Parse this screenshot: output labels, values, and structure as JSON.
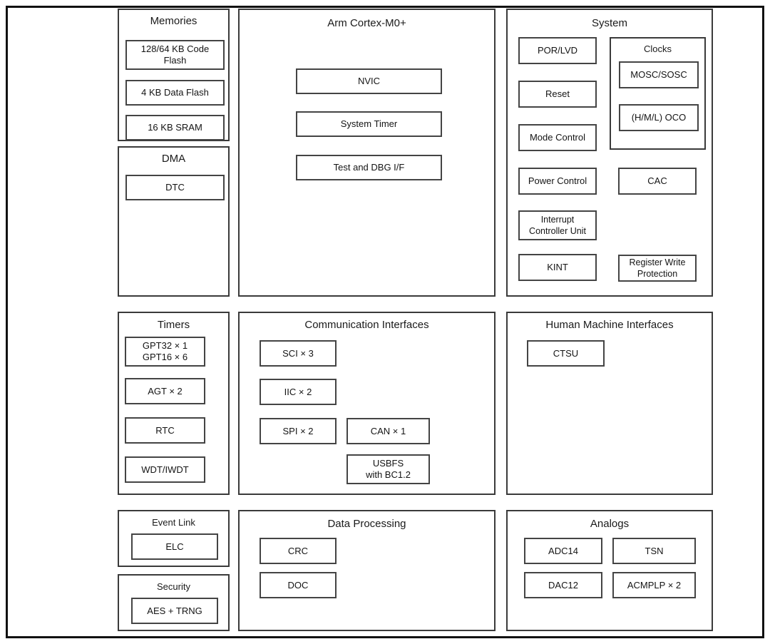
{
  "diagram": {
    "title_visible": false,
    "colors": {
      "frame": "#111111",
      "panel_border": "#3a3a3a",
      "block_border": "#444444",
      "background": "#ffffff",
      "text": "#141414"
    },
    "panels": [
      {
        "id": "memories",
        "title": "Memories",
        "blocks": [
          {
            "id": "code-flash",
            "label": "128/64 KB Code\nFlash"
          },
          {
            "id": "data-flash",
            "label": "4 KB Data Flash"
          },
          {
            "id": "sram",
            "label": "16 KB SRAM"
          }
        ]
      },
      {
        "id": "dma",
        "title": "DMA",
        "blocks": [
          {
            "id": "dtc",
            "label": "DTC"
          }
        ]
      },
      {
        "id": "cpu",
        "title": "Arm Cortex-M0+",
        "blocks": [
          {
            "id": "nvic",
            "label": "NVIC"
          },
          {
            "id": "system-timer",
            "label": "System Timer"
          },
          {
            "id": "test-dbg-if",
            "label": "Test and DBG I/F"
          }
        ]
      },
      {
        "id": "system",
        "title": "System",
        "blocks": [
          {
            "id": "por-lvd",
            "label": "POR/LVD"
          },
          {
            "id": "reset",
            "label": "Reset"
          },
          {
            "id": "mode-control",
            "label": "Mode Control"
          },
          {
            "id": "power-control",
            "label": "Power Control"
          },
          {
            "id": "interrupt-controller-unit",
            "label": "Interrupt\nController Unit"
          },
          {
            "id": "kint",
            "label": "KINT"
          },
          {
            "id": "cac",
            "label": "CAC"
          },
          {
            "id": "register-write-protection",
            "label": "Register Write\nProtection"
          }
        ],
        "subpanels": [
          {
            "id": "clocks",
            "title": "Clocks",
            "blocks": [
              {
                "id": "mosc-sosc",
                "label": "MOSC/SOSC"
              },
              {
                "id": "hml-oco",
                "label": "(H/M/L) OCO"
              }
            ]
          }
        ]
      },
      {
        "id": "timers",
        "title": "Timers",
        "blocks": [
          {
            "id": "gpt",
            "label": "GPT32 × 1\nGPT16 × 6"
          },
          {
            "id": "agt",
            "label": "AGT × 2"
          },
          {
            "id": "rtc",
            "label": "RTC"
          },
          {
            "id": "wdt-iwdt",
            "label": "WDT/IWDT"
          }
        ]
      },
      {
        "id": "communication-interfaces",
        "title": "Communication Interfaces",
        "blocks": [
          {
            "id": "sci",
            "label": "SCI × 3"
          },
          {
            "id": "iic",
            "label": "IIC × 2"
          },
          {
            "id": "spi",
            "label": "SPI × 2"
          },
          {
            "id": "can",
            "label": "CAN × 1"
          },
          {
            "id": "usbfs",
            "label": "USBFS\nwith BC1.2"
          }
        ]
      },
      {
        "id": "human-machine-interfaces",
        "title": "Human Machine Interfaces",
        "blocks": [
          {
            "id": "ctsu",
            "label": "CTSU"
          }
        ]
      },
      {
        "id": "event-link",
        "title": "Event Link",
        "blocks": [
          {
            "id": "elc",
            "label": "ELC"
          }
        ]
      },
      {
        "id": "security",
        "title": "Security",
        "blocks": [
          {
            "id": "aes-trng",
            "label": "AES + TRNG"
          }
        ]
      },
      {
        "id": "data-processing",
        "title": "Data Processing",
        "blocks": [
          {
            "id": "crc",
            "label": "CRC"
          },
          {
            "id": "doc",
            "label": "DOC"
          }
        ]
      },
      {
        "id": "analogs",
        "title": "Analogs",
        "blocks": [
          {
            "id": "adc14",
            "label": "ADC14"
          },
          {
            "id": "tsn",
            "label": "TSN"
          },
          {
            "id": "dac12",
            "label": "DAC12"
          },
          {
            "id": "acmplp",
            "label": "ACMPLP × 2"
          }
        ]
      }
    ]
  }
}
